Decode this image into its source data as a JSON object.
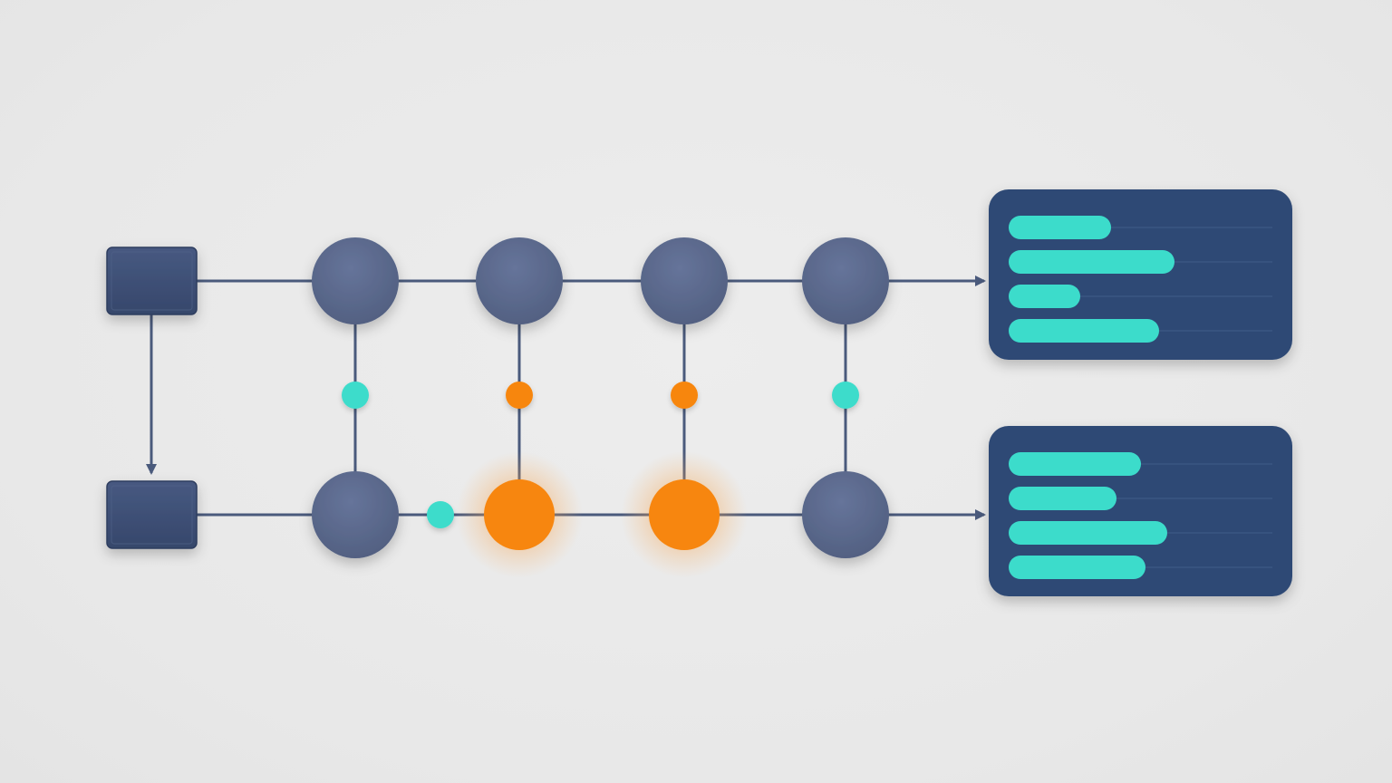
{
  "colors": {
    "background": "#e9e9e9",
    "connector": "#4a5a7c",
    "node": "#5a6889",
    "source_block": "#3c4d72",
    "panel": "#2f4a74",
    "teal": "#3cdccb",
    "orange": "#f7860f"
  },
  "rows": [
    {
      "name": "top-row",
      "nodes": [
        "plain",
        "plain",
        "plain",
        "plain"
      ]
    },
    {
      "name": "bottom-row",
      "nodes": [
        "plain",
        "highlighted",
        "highlighted",
        "plain"
      ]
    }
  ],
  "links": [
    {
      "column": 1,
      "dot": "teal"
    },
    {
      "column": 2,
      "dot": "orange"
    },
    {
      "column": 3,
      "dot": "orange"
    },
    {
      "column": 4,
      "dot": "teal"
    }
  ],
  "bottom_edge_dots": [
    {
      "between_columns": [
        1,
        2
      ],
      "dot": "teal"
    }
  ],
  "output_panels": [
    {
      "name": "top-output-panel",
      "bars": [
        0.39,
        0.63,
        0.27,
        0.57
      ]
    },
    {
      "name": "bottom-output-panel",
      "bars": [
        0.5,
        0.41,
        0.6,
        0.52
      ]
    }
  ]
}
